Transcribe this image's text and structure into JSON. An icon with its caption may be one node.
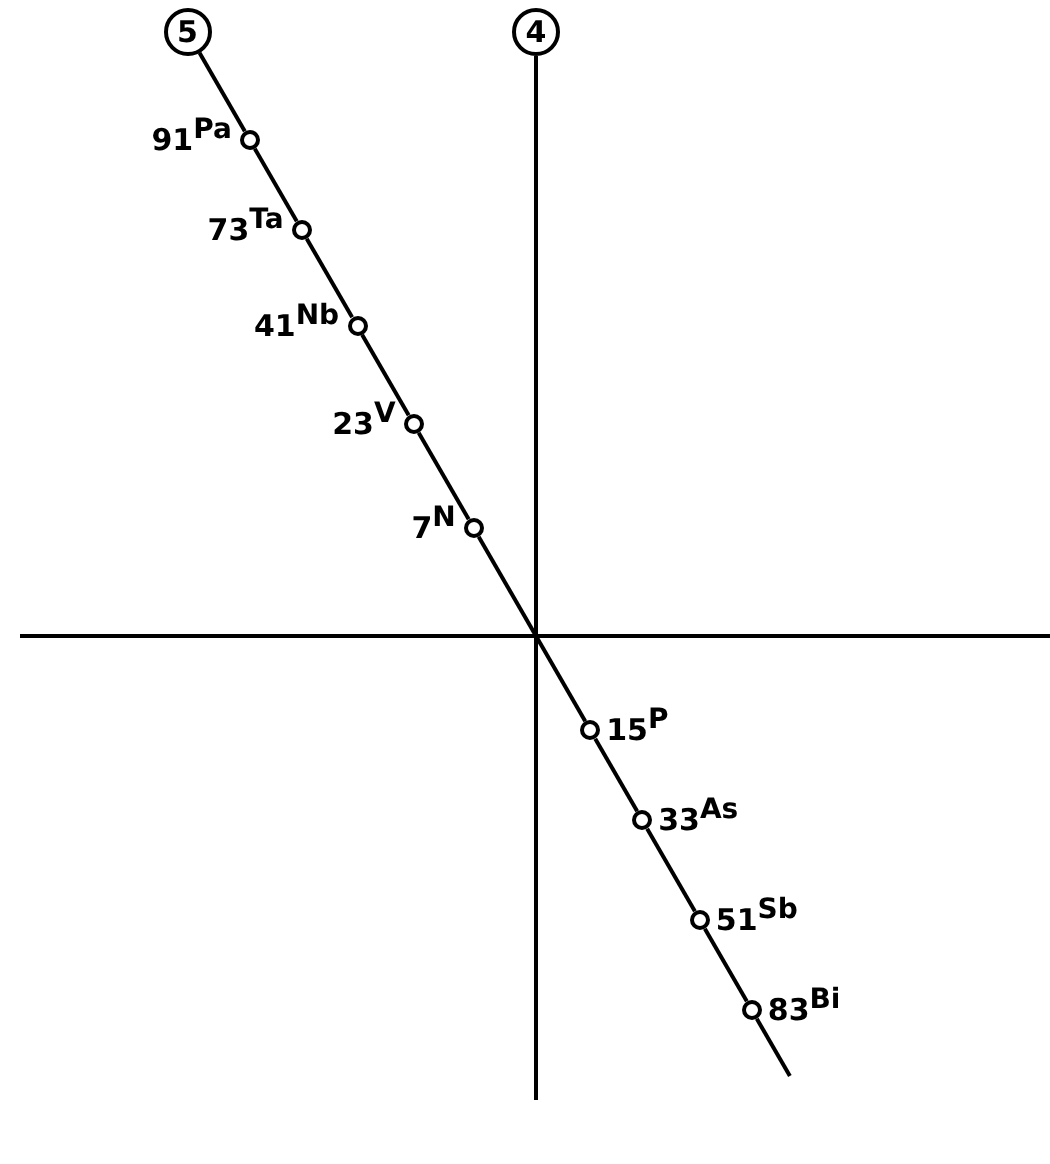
{
  "diagram": {
    "nodes": [
      {
        "text": [
          "5"
        ]
      },
      {
        "text": [
          "4"
        ]
      },
      {
        "text": [],
        "shape": "circle",
        "beside": [
          "91$^{Pa}$"
        ]
      },
      {
        "text": [],
        "shape": "circle",
        "beside": [
          "73$^{Ta}$"
        ]
      },
      {
        "text": [],
        "shape": "circle",
        "beside": [
          "41$^{Nb}$"
        ]
      },
      {
        "text": [],
        "shape": "circle",
        "beside": [
          "23$^{V}$"
        ]
      },
      {
        "text": [],
        "shape": "circle",
        "beside": [
          "7$^{N}$"
        ]
      },
      {
        "text": [],
        "shape": "circle",
        "beside": [
          "15$^{P}$"
        ]
      },
      {
        "text": [],
        "shape": "circle",
        "beside": [
          "33$^{As}$"
        ]
      },
      {
        "text": [],
        "shape": "circle",
        "beside": [
          "51$^{Sb}$"
        ]
      },
      {
        "text": [],
        "shape": "circle",
        "beside": [
          "83$^{Bi}$"
        ]
      }
    ],
    "edges": [
      {
        "from": 0,
        "to": 2,
        "arrow": "none"
      },
      {
        "from": 2,
        "to": 3,
        "arrow": "none"
      },
      {
        "from": 3,
        "to": 4,
        "arrow": "none"
      },
      {
        "from": 4,
        "to": 5,
        "arrow": "none"
      },
      {
        "from": 5,
        "to": 6,
        "arrow": "none"
      },
      {
        "from": 6,
        "to": 7,
        "arrow": "none"
      },
      {
        "from": 7,
        "to": 8,
        "arrow": "none"
      },
      {
        "from": 8,
        "to": 9,
        "arrow": "none"
      },
      {
        "from": 9,
        "to": 10,
        "arrow": "none"
      },
      {
        "from": 10,
        "to": null,
        "arrow": "none"
      },
      {
        "from": 1,
        "to": null,
        "arrow": "none"
      }
    ]
  }
}
